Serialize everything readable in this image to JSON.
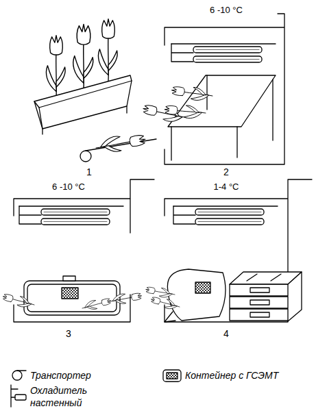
{
  "diagram": {
    "labels": [
      "6 -10 °C",
      "1",
      "2",
      "6 -10 °C",
      "1-4 °C",
      "3",
      "4"
    ],
    "legend": [
      {
        "text": "Транспортер"
      },
      {
        "text": "Контейнер с ГСЭМТ"
      },
      {
        "text": "Охладитель настенный"
      }
    ]
  }
}
